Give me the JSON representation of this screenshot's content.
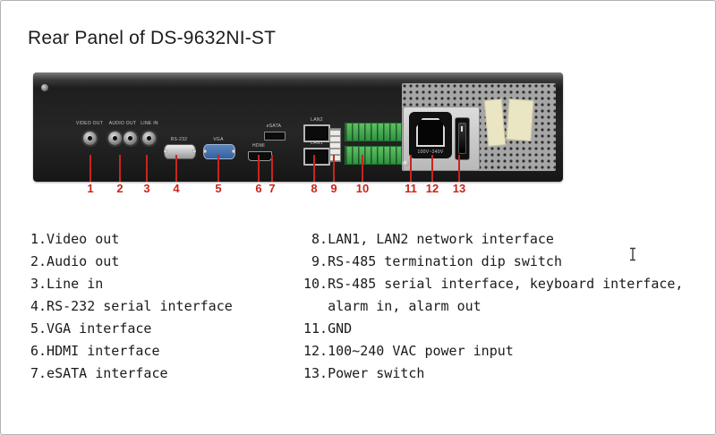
{
  "title": "Rear Panel of DS-9632NI-ST",
  "colors": {
    "callout_red": "#c9251c",
    "vga_blue": "#35619c",
    "terminal_green": "#2f9340"
  },
  "panel": {
    "port_labels": {
      "video_out": "VIDEO OUT",
      "audio_out": "AUDIO OUT",
      "line_in": "LINE IN",
      "rs232": "RS-232",
      "vga": "VGA",
      "hdmi": "HDMI",
      "esata": "eSATA",
      "lan2": "LAN2",
      "lan1": "LAN1",
      "power_rating": "100V~240V"
    },
    "callout_numbers": [
      "1",
      "2",
      "3",
      "4",
      "5",
      "6",
      "7",
      "8",
      "9",
      "10",
      "11",
      "12",
      "13"
    ]
  },
  "legend": {
    "left_column": [
      "1.Video out",
      "2.Audio out",
      "3.Line in",
      "4.RS-232 serial interface",
      "5.VGA interface",
      "6.HDMI interface",
      "7.eSATA interface"
    ],
    "right_column": [
      " 8.LAN1, LAN2 network interface",
      " 9.RS-485 termination dip switch",
      "10.RS-485 serial interface, keyboard interface,",
      "   alarm in, alarm out",
      "11.GND",
      "12.100~240 VAC power input",
      "13.Power switch"
    ]
  }
}
